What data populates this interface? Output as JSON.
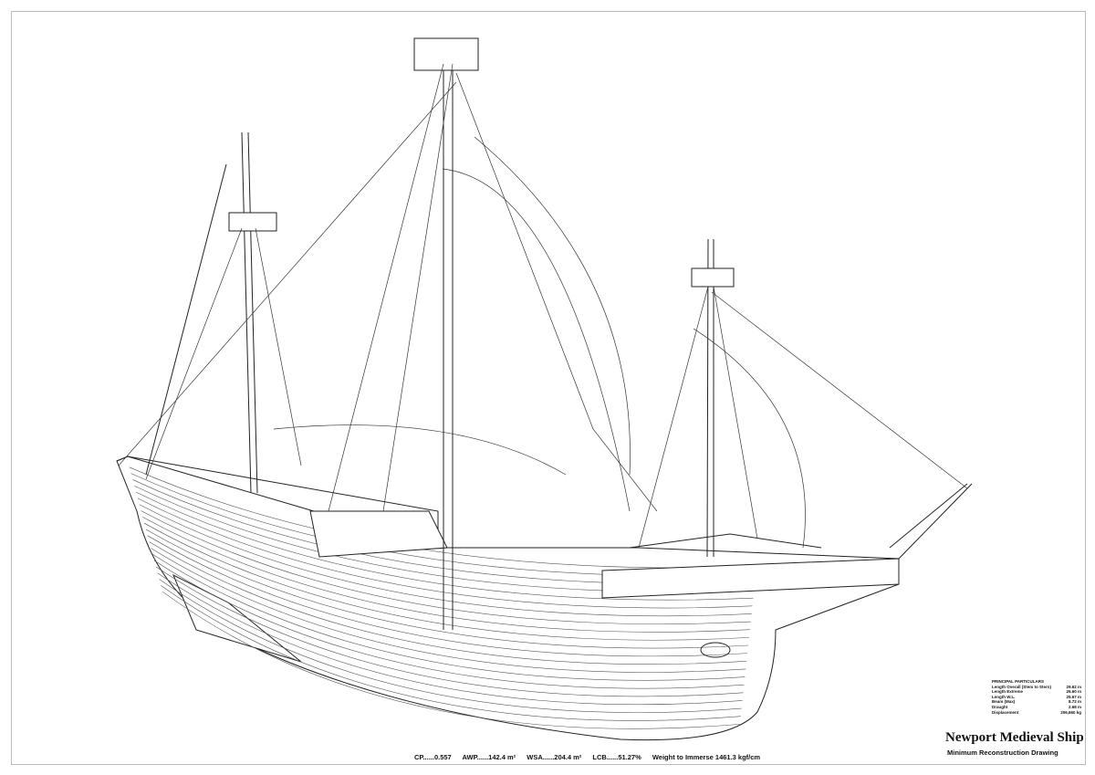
{
  "drawing": {
    "title": "Newport Medieval Ship",
    "subtitle": "Minimum Reconstruction Drawing"
  },
  "particulars": {
    "heading": "PRINCIPAL PARTICULARS",
    "rows": [
      {
        "label": "Length Overall (Stem to Stern)",
        "value": "29.62 m"
      },
      {
        "label": "Length Extreme",
        "value": "25.60 m"
      },
      {
        "label": "Length W.L.",
        "value": "25.67 m"
      },
      {
        "label": "Beam (Max)",
        "value": "8.72 m"
      },
      {
        "label": "Draught",
        "value": "2.68 m"
      },
      {
        "label": "Displacement",
        "value": "206,660 kg"
      }
    ]
  },
  "stats": {
    "cp": "CP......0.557",
    "awp": "AWP......142.4 m²",
    "wsa": "WSA......204.4 m²",
    "lcb": "LCB......51.27%",
    "weight": "Weight to Immerse 1461.3 kgf/cm"
  }
}
